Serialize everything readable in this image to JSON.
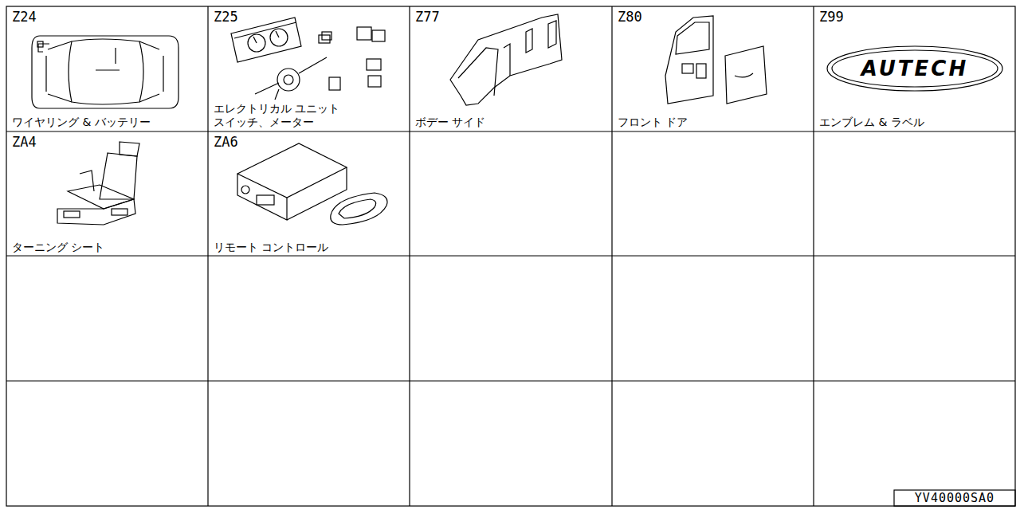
{
  "diagram": {
    "nodes": [
      {
        "text": [
          "Z24",
          "ワイヤリング & バッテリー"
        ]
      },
      {
        "text": [
          "Z25",
          "エレクトリカル ユニット スイッチ、メーター"
        ]
      },
      {
        "text": [
          "Z77",
          "ボデー サイド"
        ]
      },
      {
        "text": [
          "Z80",
          "フロント ドア"
        ]
      },
      {
        "text": [
          "Z99",
          "エンブレム & ラベル"
        ]
      },
      {
        "text": [
          "ZA4",
          "ターニング シート"
        ]
      },
      {
        "text": [
          "ZA6",
          "リモート コントロール"
        ]
      }
    ],
    "labels": [
      "AUTECH",
      "YV40000SA0"
    ]
  }
}
